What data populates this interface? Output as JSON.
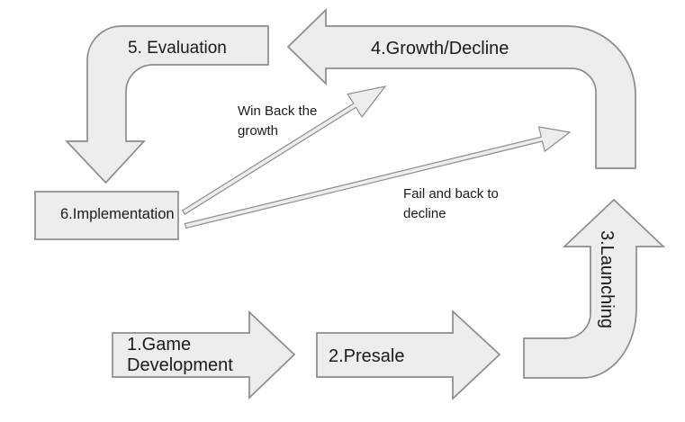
{
  "colors": {
    "background": "#ffffff",
    "shape_fill": "#ededed",
    "shape_stroke": "#8c8c8c",
    "text": "#1a1a1a"
  },
  "nodes": {
    "game_development": {
      "line1": "1.Game",
      "line2": "Development"
    },
    "presale": {
      "label": "2.Presale"
    },
    "launching": {
      "label": "3.Launching"
    },
    "growth_decline": {
      "label": "4.Growth/Decline"
    },
    "evaluation": {
      "label": "5. Evaluation"
    },
    "implementation": {
      "label": "6.Implementation"
    }
  },
  "annotations": {
    "win_back": {
      "line1": "Win Back the",
      "line2": "growth"
    },
    "fail_back": {
      "line1": "Fail and back to",
      "line2": "decline"
    }
  }
}
